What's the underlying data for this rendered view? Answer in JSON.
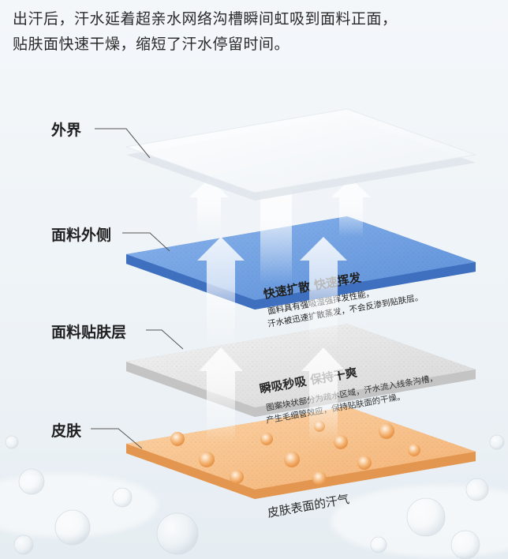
{
  "intro": {
    "line1": "出汗后，汗水延着超亲水网络沟槽瞬间虹吸到面料正面，",
    "line2": "贴肤面快速干燥，缩短了汗水停留时间。"
  },
  "labels": {
    "outer": "外界",
    "fabric_outer": "面料外侧",
    "fabric_inner": "面料贴肤层",
    "skin": "皮肤"
  },
  "blue_layer": {
    "title": "快速扩散 快速挥发",
    "line1": "面料具有强吸湿强挥发性能，",
    "line2": "汗水被迅速扩散蒸发，不会反渗到贴肤层。"
  },
  "gray_layer": {
    "title": "瞬吸秒吸 保持干爽",
    "line1": "图案块状部分为疏水区域，汗水流入线条沟槽，",
    "line2": "产生毛细管效应，保持贴肤面的干燥。"
  },
  "skin_layer": {
    "title": "皮肤表面的汗气"
  },
  "colors": {
    "blue_top": "#6f9fe0",
    "blue_side": "#3f72c4",
    "gray_top": "#e4e4e4",
    "gray_side": "#bcbcbc",
    "orange_top": "#f6c48f",
    "orange_side": "#e69d55",
    "glass": "#ffffff"
  }
}
